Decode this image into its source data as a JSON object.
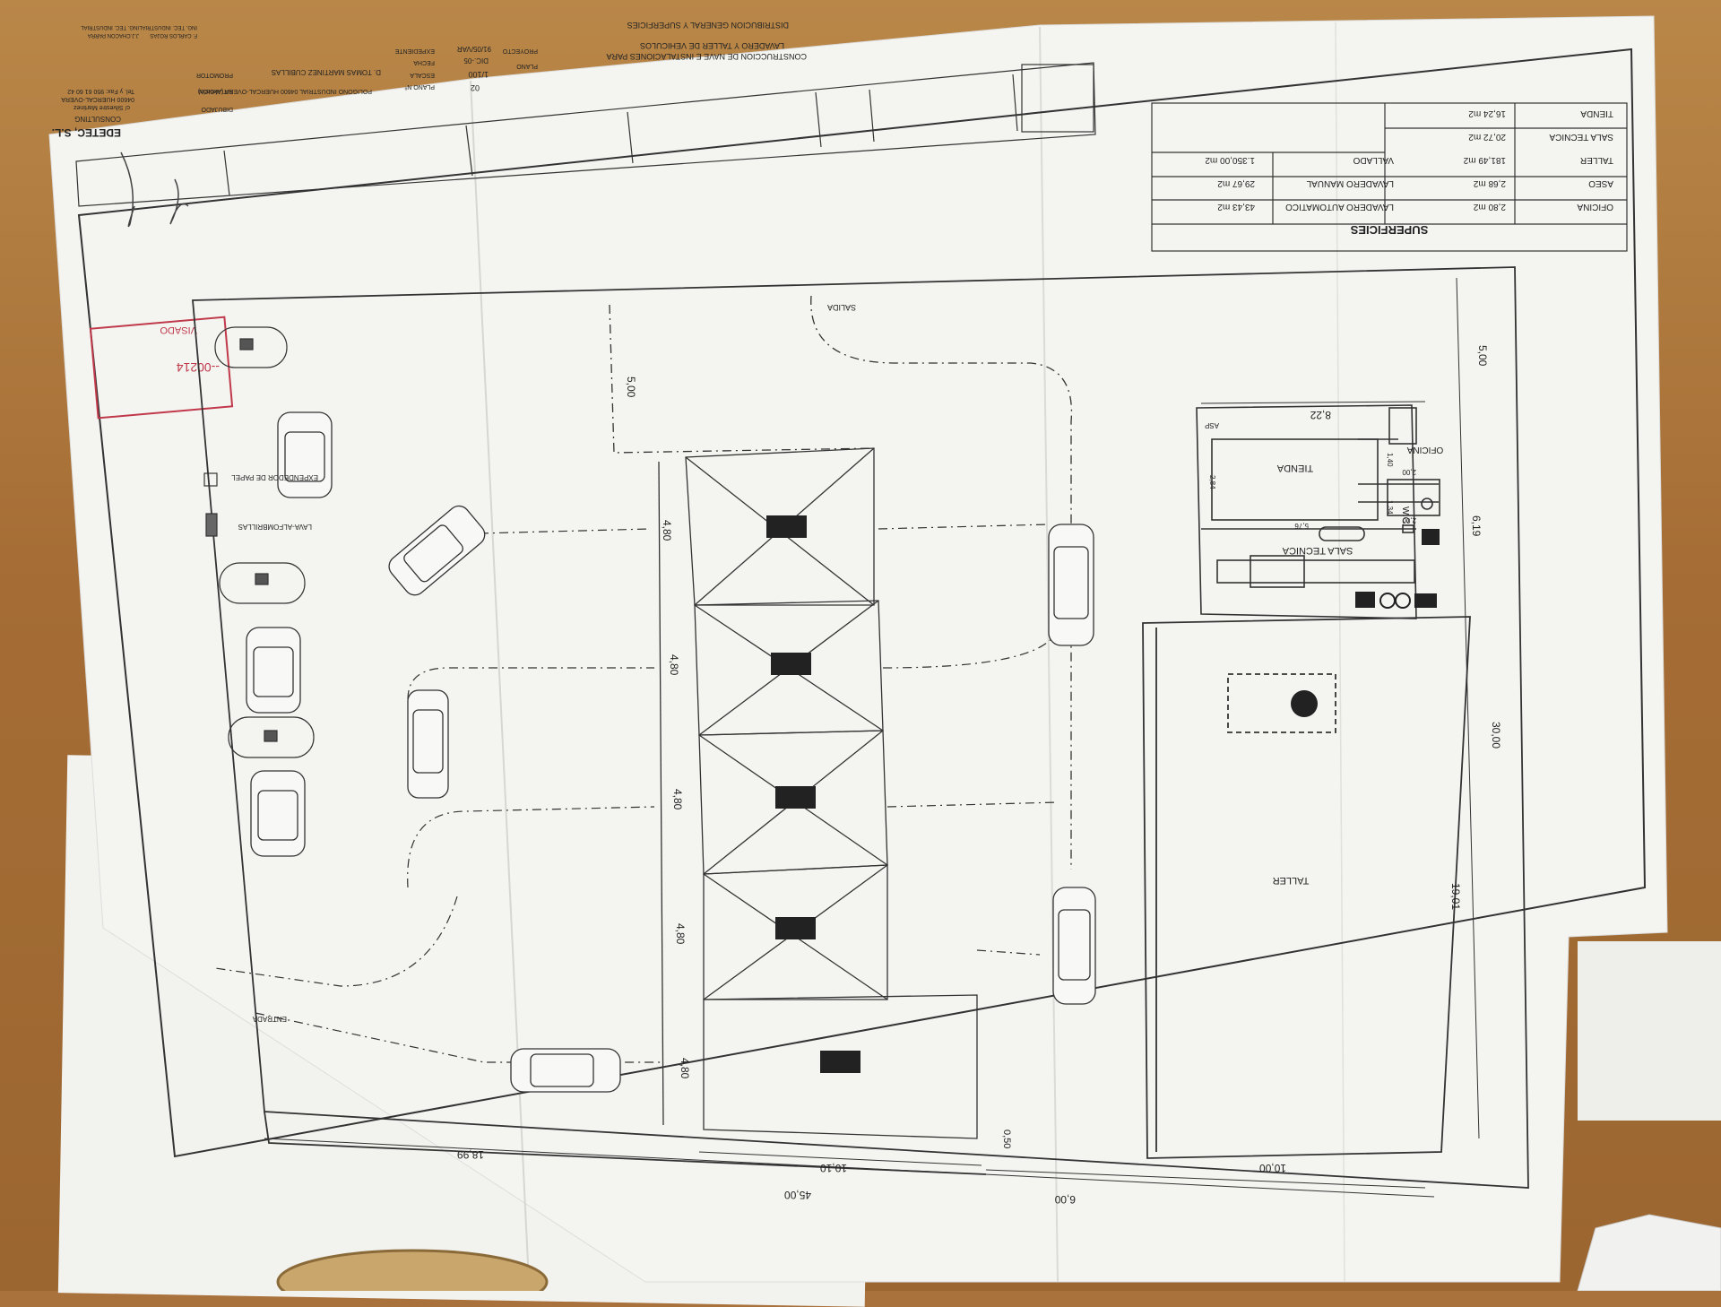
{
  "title_block": {
    "company": "EDETEC, S.L.",
    "company_sub": "CONSULTING",
    "address_1": "c/ Silvestre Martinez",
    "address_2": "04600 HUERCAL-OVERA",
    "phone": "Tel. y Fax: 950 61 60 42",
    "labels": {
      "dibujado": "DIBUJADO",
      "situacion": "SITUACION",
      "promotor": "PROMOTOR",
      "plano_num": "PLANO Nº",
      "escala": "ESCALA",
      "fecha": "FECHA",
      "expediente": "EXPEDIENTE",
      "plano": "PLANO",
      "proyecto": "PROYECTO"
    },
    "values": {
      "situacion": "POLIGONO INDUSTRIAL\n04600 HUERCAL-OVERA (Almeria)",
      "promotor": "D. TOMAS MARTINEZ CUBILLAS",
      "plano_num": "02",
      "escala": "1/100",
      "fecha": "DIC.-05",
      "expediente": "91/05/VAR"
    },
    "project_title_1": "CONSTRUCCION DE NAVE E INSTALACIONES PARA",
    "project_title_2": "LAVADERO Y TALLER DE VEHICULOS",
    "plan_title": "DISTRIBUCION GENERAL Y SUPERFICIES",
    "engineer_1": "J.J.CHACON PARRA",
    "engineer_2": "ING. TEC. INDUSTRIAL",
    "engineer_3": "F. CARLOS ROJAS",
    "engineer_4": "ING. TEC. INDUSTRIAL"
  },
  "surfaces": {
    "heading": "SUPERFICIES",
    "rows": [
      [
        "OFICINA",
        "2,80 m2",
        "LAVADERO AUTOMATICO",
        "43,43 m2"
      ],
      [
        "ASEO",
        "2,68 m2",
        "LAVADERO MANUAL",
        "29,67 m2"
      ],
      [
        "TALLER",
        "181,49 m2",
        "VALLADO",
        "1.350,00 m2"
      ],
      [
        "SALA TECNICA",
        "20,72 m2",
        "",
        ""
      ],
      [
        "TIENDA",
        "16,24 m2",
        "",
        ""
      ]
    ]
  },
  "stamp": {
    "text": "VISADO",
    "number": "--00214"
  },
  "rooms": {
    "tienda": "TIENDA",
    "oficina": "OFICINA",
    "wc": "W.C.",
    "sala_tecnica": "SALA TECNICA",
    "taller": "TALLER",
    "salida": "SALIDA",
    "entrada": "ENTRADA",
    "expendedor": "EXPENDEDOR DE PAPEL",
    "lava_alfombrillas": "LAVA-ALFOMBRILLAS",
    "asp": "ASP"
  },
  "dimensions": {
    "d500_top": "5,00",
    "d500_right": "5,00",
    "d822": "8,22",
    "d619": "6,19",
    "d3000": "30,00",
    "d1901": "19,01",
    "d480_1": "4,80",
    "d480_2": "4,80",
    "d480_3": "4,80",
    "d480_4": "4,80",
    "d480_5": "4,80",
    "d050": "0,50",
    "d1899": "18,99",
    "d1010": "10,10",
    "d4500": "45,00",
    "d600": "6,00",
    "d1000": "10,00",
    "d284": "2,84",
    "d140": "1,40",
    "d200a": "2,00",
    "d200b": "2,00",
    "d134": "1,34",
    "d576": "5,76"
  },
  "colors": {
    "paper": "#f4f4f1",
    "ink": "#2a2a2a",
    "stamp": "#c0394b",
    "table": "#a9713c"
  }
}
